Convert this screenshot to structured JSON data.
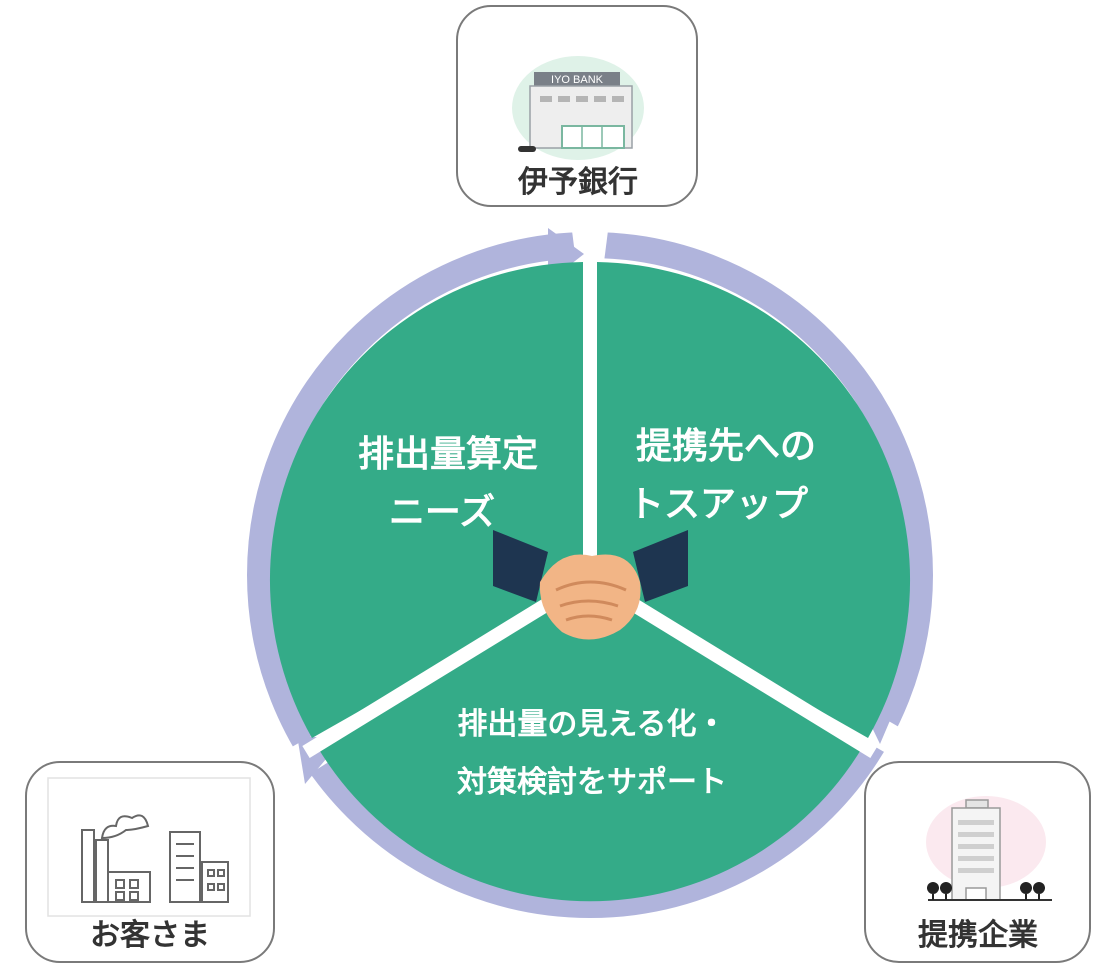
{
  "nodes": {
    "bank": {
      "label": "伊予銀行",
      "sign": "IYO BANK"
    },
    "customer": {
      "label": "お客さま"
    },
    "partner": {
      "label": "提携企業"
    }
  },
  "segments": {
    "left": {
      "line1": "排出量算定",
      "line2": "ニーズ"
    },
    "right": {
      "line1": "提携先への",
      "line2": "トスアップ"
    },
    "bottom": {
      "line1": "排出量の見える化・",
      "line2": "対策検討をサポート"
    }
  },
  "colors": {
    "ring": "#b0b4dc",
    "segment": "#34ab88",
    "box_border": "#7a7a7a",
    "label": "#333333"
  }
}
